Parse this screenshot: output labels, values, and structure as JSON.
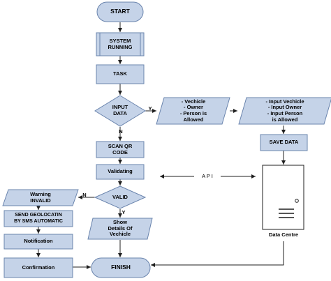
{
  "colors": {
    "fill": "#c5d3e8",
    "stroke": "#6a84ad",
    "line": "#1f1f1f"
  },
  "nodes": {
    "start": "START",
    "system_running": "SYSTEM\nRUNNING",
    "task": "TASK",
    "input_data": "INPUT\nDATA",
    "vehicle_owner_person": "- Vechicle\n- Owner\n- Person is\nAllowed",
    "input_vehicle": "- Input Vechicle\n- Input Owner\n- Input Person\nis Allowed",
    "save_data": "SAVE DATA",
    "scan_qr": "SCAN QR\nCODE",
    "validating": "Validating",
    "api": "A P I",
    "valid": "VALID",
    "warning_invalid": "Warning\nINVALID",
    "send_geolocation": "SEND GEOLOCATIN\nBY SMS AUTOMATIC",
    "notification": "Notification",
    "confirmation": "Confirmation",
    "show_details": "Show\nDetails Of\nVechicle",
    "finish": "FINISH",
    "data_centre": "Data Centre"
  },
  "edge_labels": {
    "input_yes": "Y",
    "input_no": "N",
    "valid_no": "N",
    "valid_yes": "Y"
  }
}
